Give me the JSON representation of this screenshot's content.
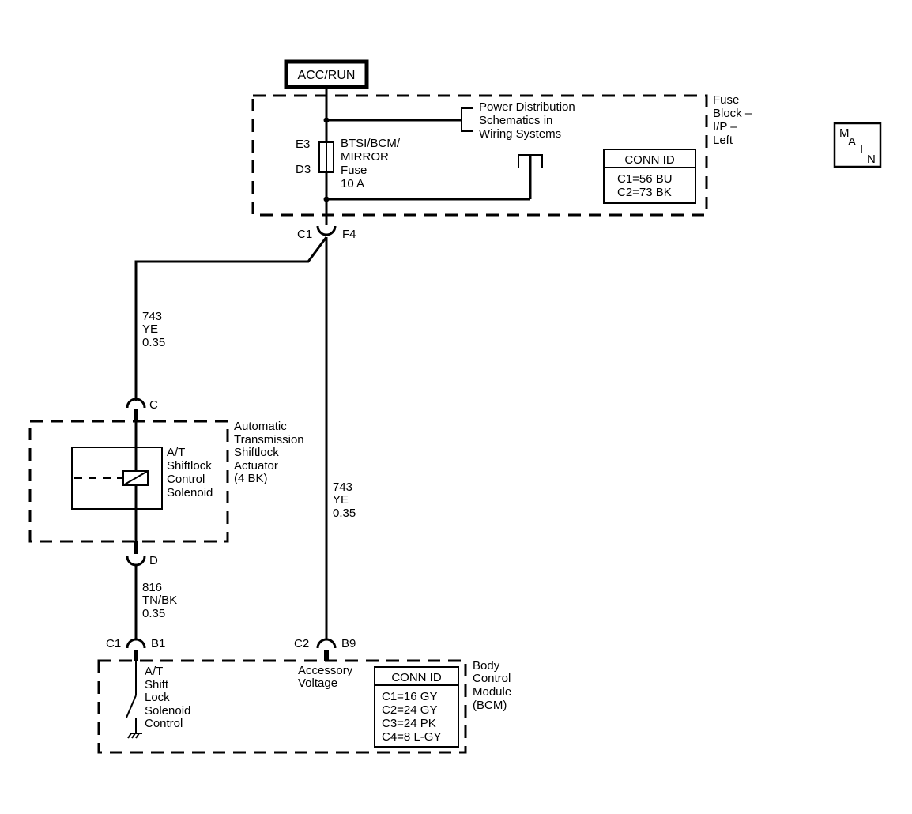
{
  "power_source": {
    "label": "ACC/RUN"
  },
  "fuse_block": {
    "name_lines": [
      "Fuse",
      "Block –",
      "I/P –",
      "Left"
    ],
    "fuse_label_lines": [
      "BTSI/BCM/",
      "MIRROR",
      "Fuse",
      "10 A"
    ],
    "terminal_top": "E3",
    "terminal_bottom": "D3",
    "power_distribution_lines": [
      "Power Distribution",
      "Schematics in",
      "Wiring Systems"
    ],
    "conn_id": {
      "header": "CONN ID",
      "rows": [
        "C1=56 BU",
        "C2=73 BK"
      ]
    },
    "output_connector": "C1",
    "output_terminal": "F4"
  },
  "main_badge": {
    "letters": [
      "M",
      "A",
      "I",
      "N"
    ]
  },
  "wire_upper_left": {
    "circuit": "743",
    "color": "YE",
    "gauge": "0.35"
  },
  "wire_center": {
    "circuit": "743",
    "color": "YE",
    "gauge": "0.35"
  },
  "wire_lower_left": {
    "circuit": "816",
    "color": "TN/BK",
    "gauge": "0.35"
  },
  "actuator": {
    "name_lines": [
      "Automatic",
      "Transmission",
      "Shiftlock",
      "Actuator",
      "(4 BK)"
    ],
    "solenoid_lines": [
      "A/T",
      "Shiftlock",
      "Control",
      "Solenoid"
    ],
    "terminal_top": "C",
    "terminal_bottom": "D"
  },
  "bcm": {
    "name_lines": [
      "Body",
      "Control",
      "Module",
      "(BCM)"
    ],
    "left_connector": "C1",
    "left_terminal": "B1",
    "right_connector": "C2",
    "right_terminal": "B9",
    "switch_label_lines": [
      "A/T",
      "Shift",
      "Lock",
      "Solenoid",
      "Control"
    ],
    "accessory_lines": [
      "Accessory",
      "Voltage"
    ],
    "conn_id": {
      "header": "CONN ID",
      "rows": [
        "C1=16 GY",
        "C2=24 GY",
        "C3=24 PK",
        "C4=8 L-GY"
      ]
    }
  }
}
